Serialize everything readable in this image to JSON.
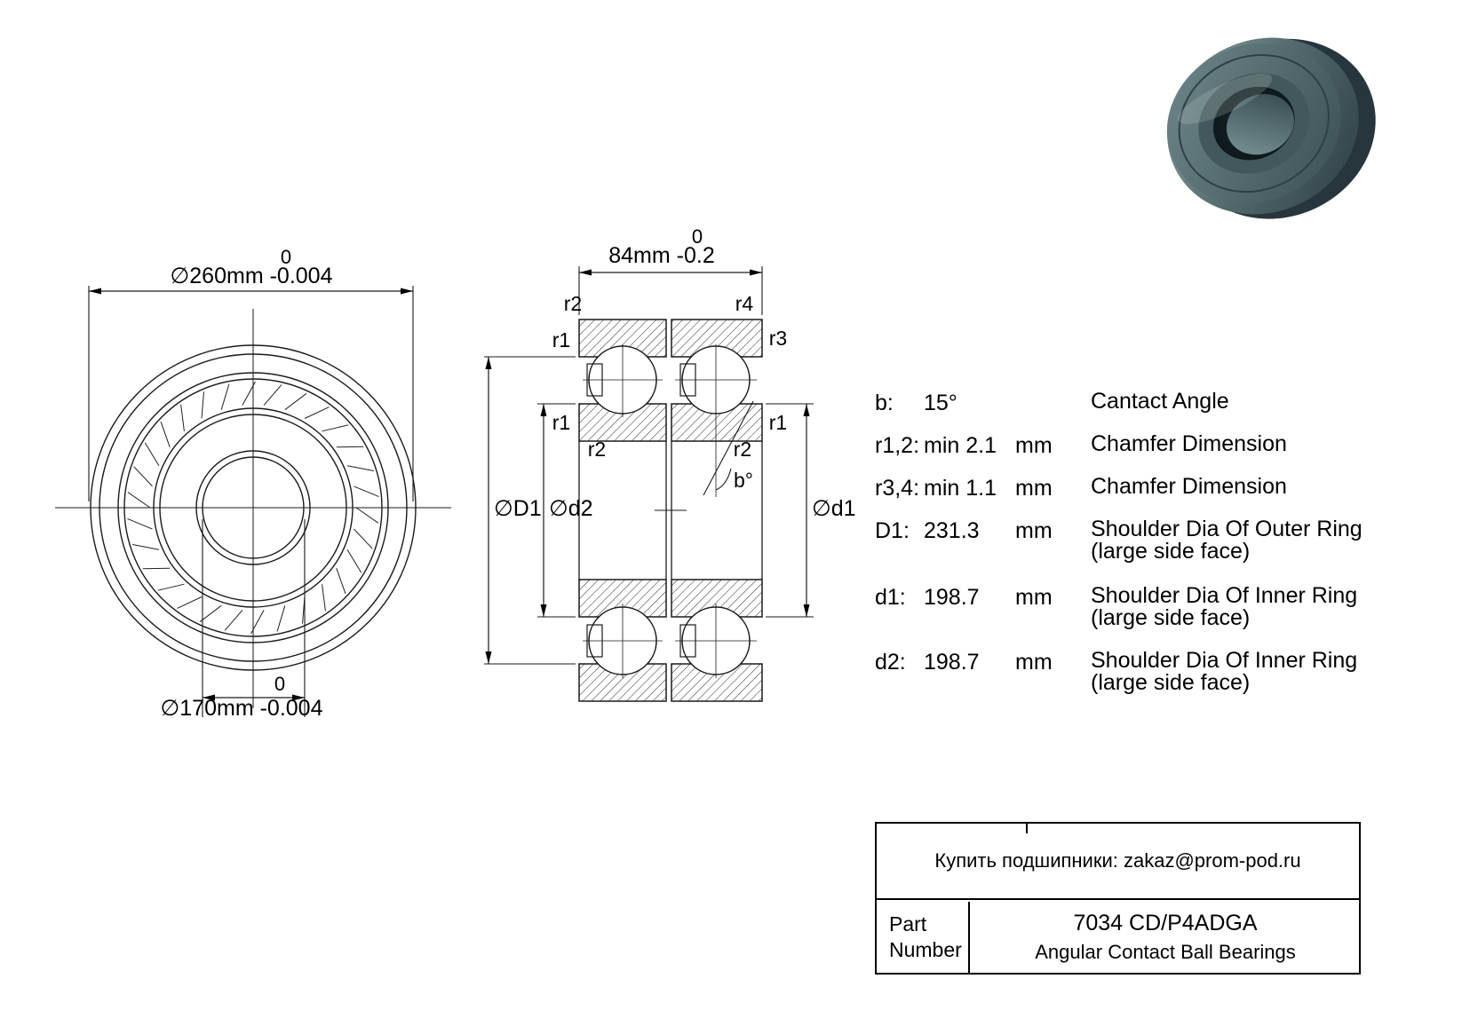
{
  "front_view": {
    "outer_dim_upper": "0",
    "outer_dim": "∅260mm -0.004",
    "bore_dim_upper": "0",
    "bore_dim": "∅170mm -0.004"
  },
  "section_view": {
    "width_dim_upper": "0",
    "width_dim": "84mm -0.2",
    "label_r1": "r1",
    "label_r2": "r2",
    "label_r3": "r3",
    "label_r4": "r4",
    "label_D1": "∅D1",
    "label_d2": "∅d2",
    "label_d1": "∅d1",
    "label_angle": "b°"
  },
  "specs": {
    "rows": [
      {
        "param": "b:",
        "value": "15°",
        "unit": "",
        "desc1": "Cantact Angle",
        "desc2": ""
      },
      {
        "param": "r1,2:",
        "value": "min 2.1",
        "unit": "mm",
        "desc1": "Chamfer Dimension",
        "desc2": ""
      },
      {
        "param": "r3,4:",
        "value": "min 1.1",
        "unit": "mm",
        "desc1": "Chamfer Dimension",
        "desc2": ""
      },
      {
        "param": "D1:",
        "value": "231.3",
        "unit": "mm",
        "desc1": "Shoulder Dia Of Outer Ring",
        "desc2": "(large side face)"
      },
      {
        "param": "d1:",
        "value": "198.7",
        "unit": "mm",
        "desc1": "Shoulder Dia Of Inner Ring",
        "desc2": "(large side face)"
      },
      {
        "param": "d2:",
        "value": "198.7",
        "unit": "mm",
        "desc1": "Shoulder Dia Of Inner Ring",
        "desc2": "(large side face)"
      }
    ]
  },
  "title_block": {
    "contact": "Купить подшипники: zakaz@prom-pod.ru",
    "part_label_line1": "Part",
    "part_label_line2": "Number",
    "part_number": "7034 CD/P4ADGA",
    "category": "Angular Contact Ball Bearings"
  },
  "colors": {
    "line": "#1a1a1a",
    "metal_light": "#90a8a6",
    "metal_dark": "#2b3b42"
  }
}
